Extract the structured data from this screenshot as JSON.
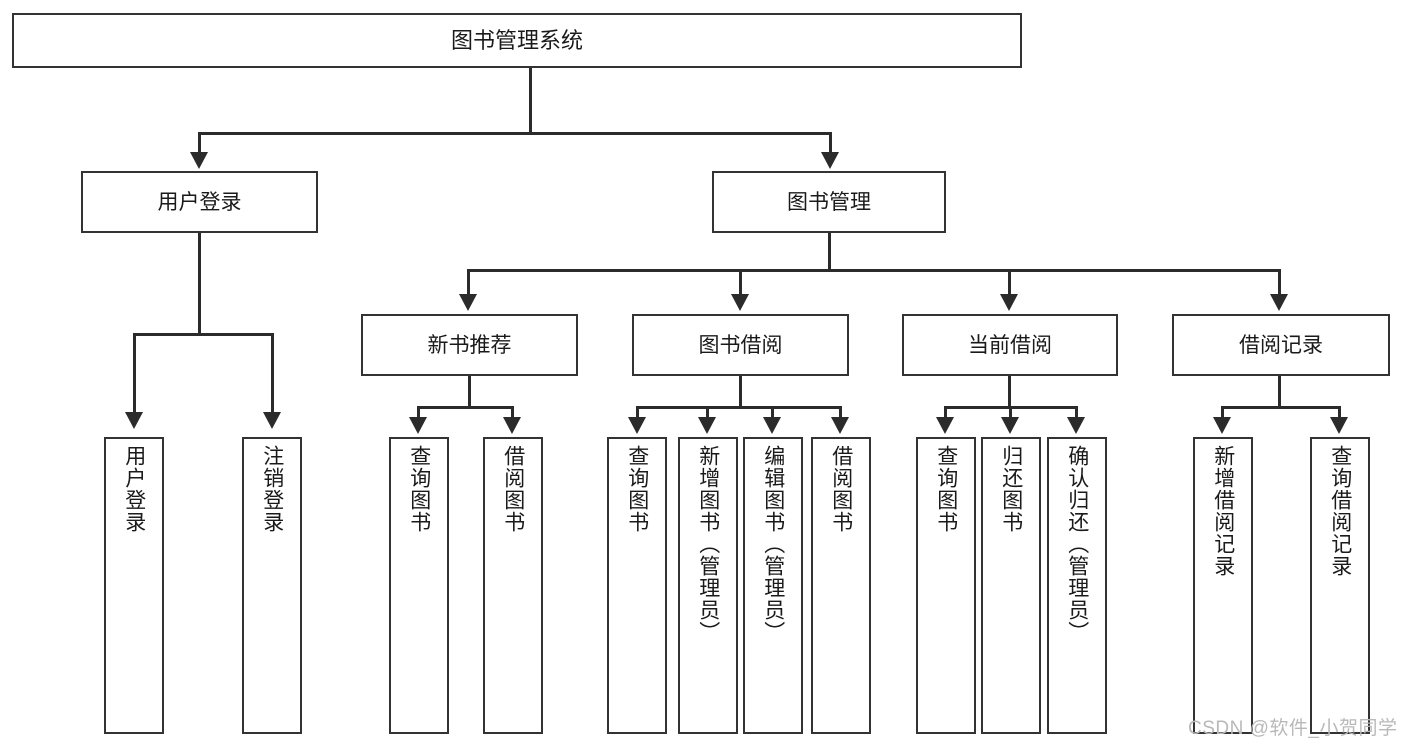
{
  "diagram": {
    "title": "图书管理系统",
    "type": "hierarchy-tree",
    "root": {
      "label": "图书管理系统"
    },
    "level2": [
      {
        "label": "用户登录"
      },
      {
        "label": "图书管理"
      }
    ],
    "level3": [
      {
        "label": "新书推荐"
      },
      {
        "label": "图书借阅"
      },
      {
        "label": "当前借阅"
      },
      {
        "label": "借阅记录"
      }
    ],
    "leaves": {
      "user_login": [
        {
          "label": "用户登录"
        },
        {
          "label": "注销登录"
        }
      ],
      "new_book_recommend": [
        {
          "label": "查询图书"
        },
        {
          "label": "借阅图书"
        }
      ],
      "book_borrow": [
        {
          "label": "查询图书"
        },
        {
          "label": "新增图书（管理员）"
        },
        {
          "label": "编辑图书（管理员）"
        },
        {
          "label": "借阅图书"
        }
      ],
      "current_borrow": [
        {
          "label": "查询图书"
        },
        {
          "label": "归还图书"
        },
        {
          "label": "确认归还（管理员）"
        }
      ],
      "borrow_record": [
        {
          "label": "新增借阅记录"
        },
        {
          "label": "查询借阅记录"
        }
      ]
    }
  },
  "watermark": {
    "text": "CSDN @软件_小贺同学"
  },
  "colors": {
    "border": "#333333",
    "line": "#2b2b2b",
    "background": "#ffffff",
    "text": "#1a1a1a",
    "watermark": "#b9b9b9"
  }
}
